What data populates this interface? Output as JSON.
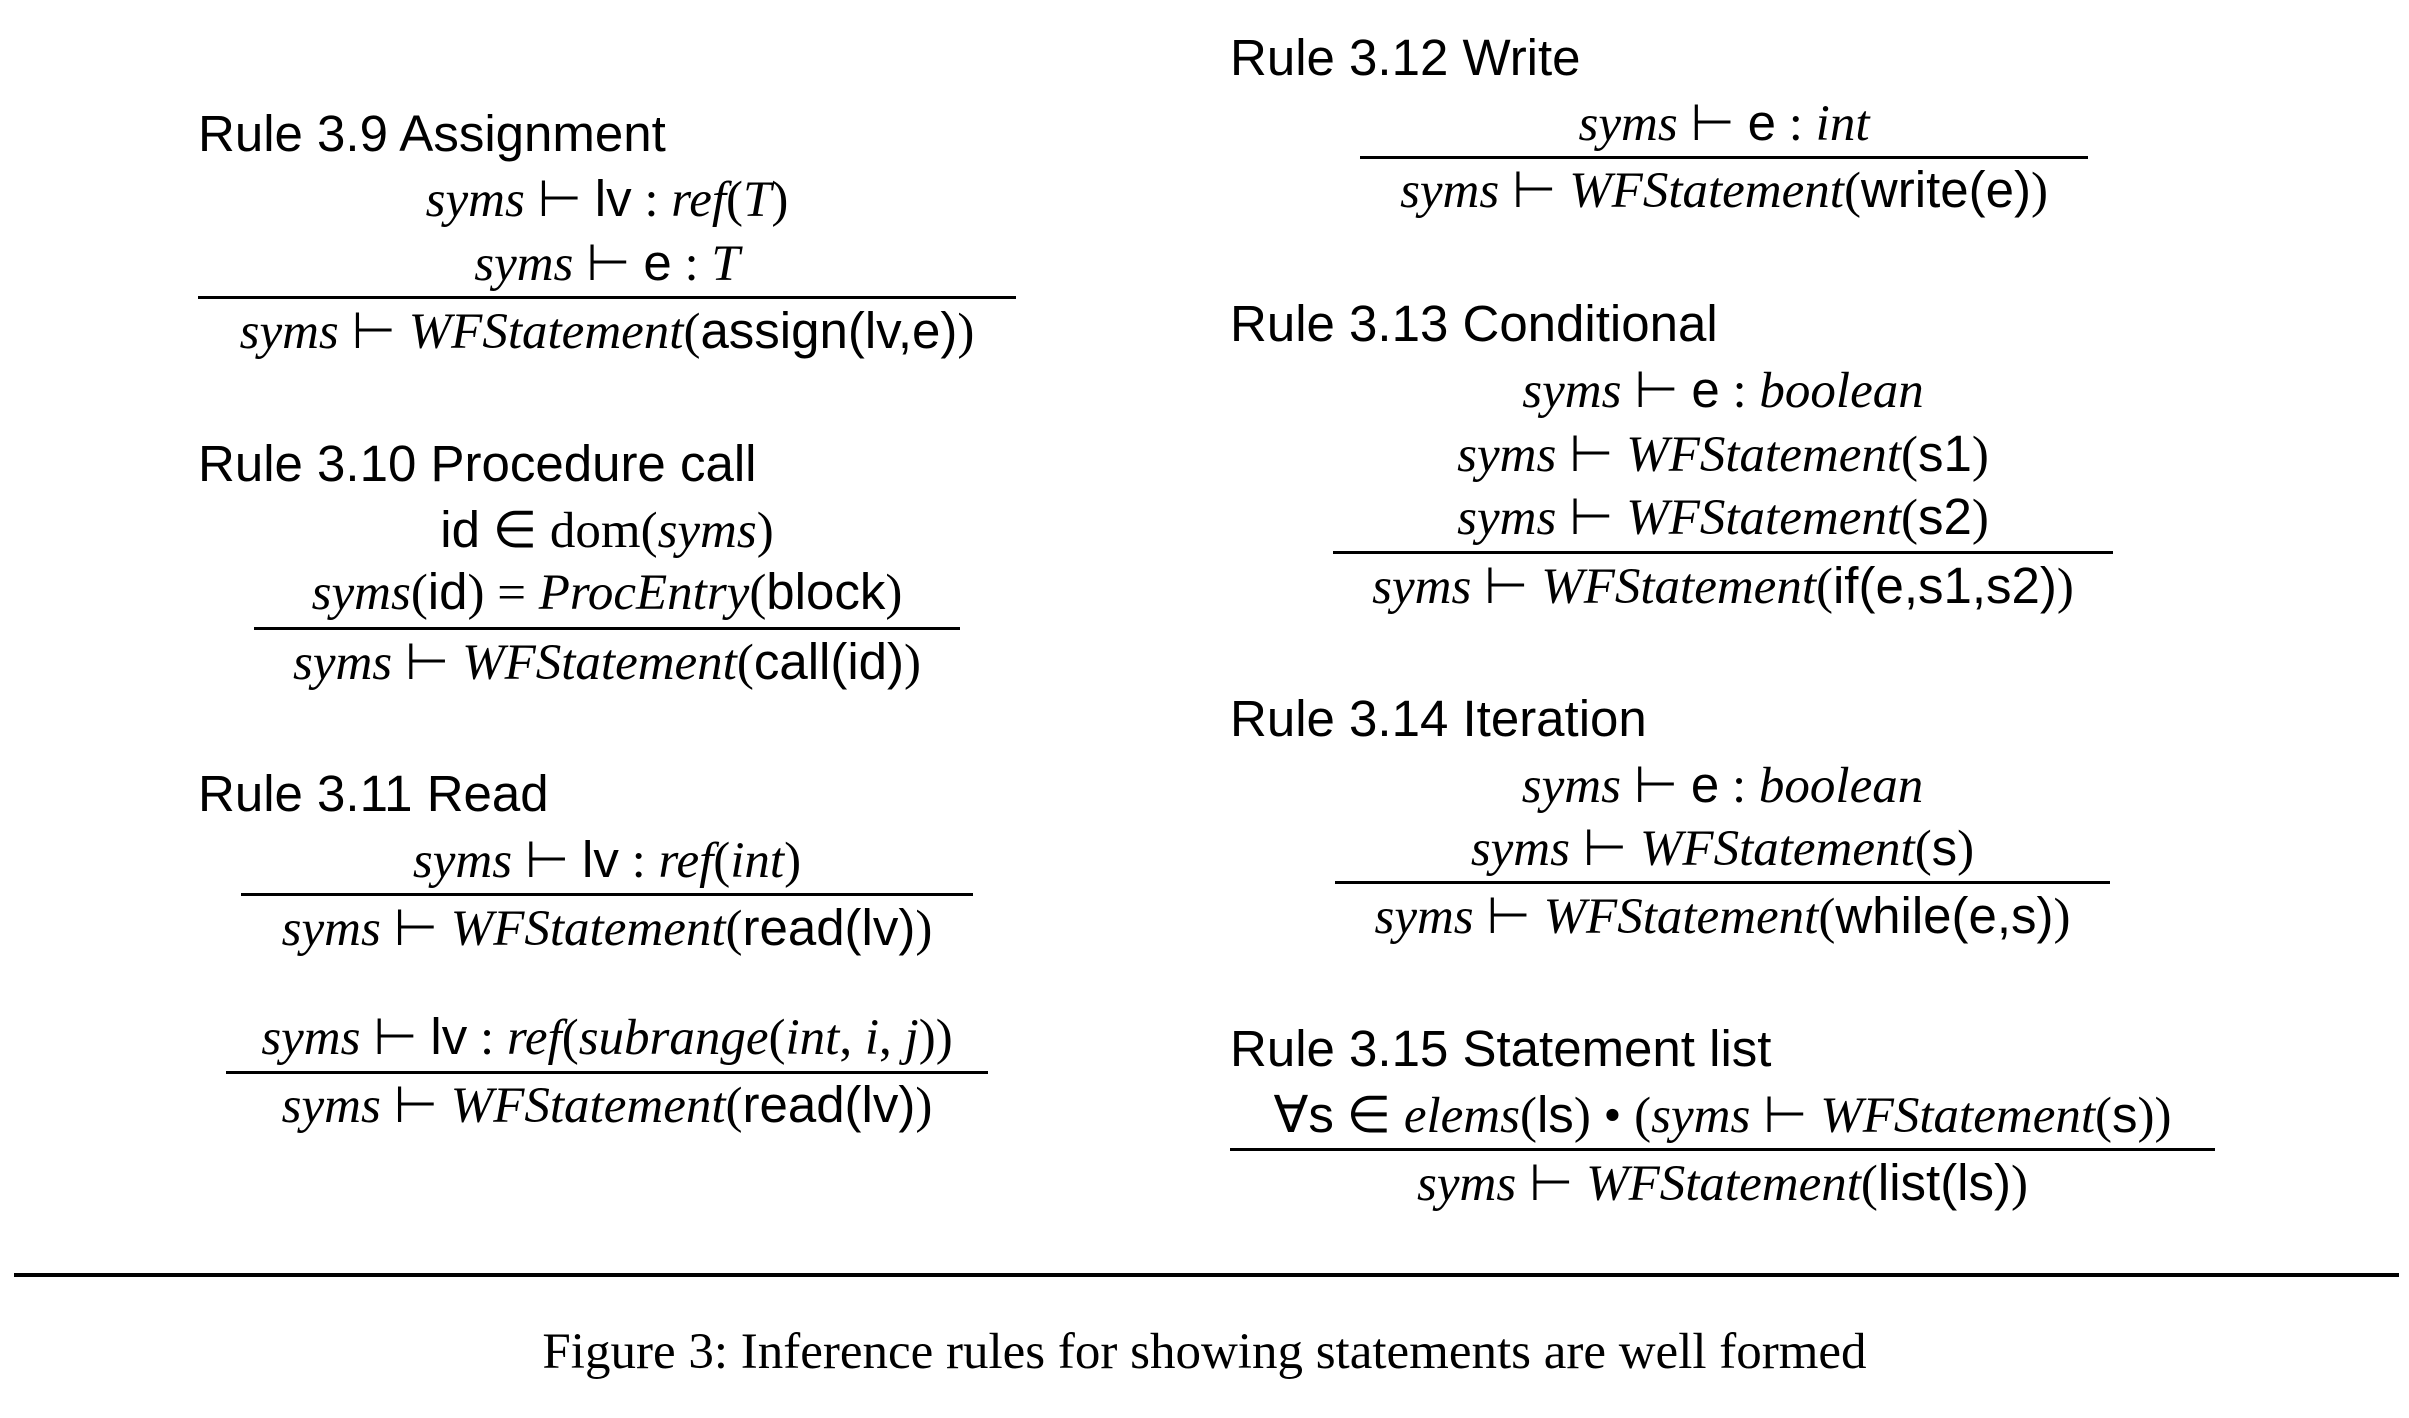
{
  "rules": [
    {
      "title": "Rule 3.9 Assignment",
      "premises": [
        [
          [
            "it",
            "syms"
          ],
          [
            "rm",
            " ⊢ "
          ],
          [
            "sans",
            "lv"
          ],
          [
            "rm",
            " : "
          ],
          [
            "it",
            "ref"
          ],
          [
            "rm",
            "("
          ],
          [
            "it",
            "T"
          ],
          [
            "rm",
            ")"
          ]
        ],
        [
          [
            "it",
            "syms"
          ],
          [
            "rm",
            " ⊢ "
          ],
          [
            "sans",
            "e"
          ],
          [
            "rm",
            " : "
          ],
          [
            "it",
            "T"
          ]
        ]
      ],
      "conclusion": [
        [
          "it",
          "syms"
        ],
        [
          "rm",
          " ⊢ "
        ],
        [
          "it",
          "WFStatement"
        ],
        [
          "rm",
          "("
        ],
        [
          "sans",
          "assign(lv,e)"
        ],
        [
          "rm",
          ")"
        ]
      ]
    },
    {
      "title": "Rule 3.10 Procedure call",
      "premises": [
        [
          [
            "sans",
            "id"
          ],
          [
            "rm",
            " ∈ dom("
          ],
          [
            "it",
            "syms"
          ],
          [
            "rm",
            ")"
          ]
        ],
        [
          [
            "it",
            "syms"
          ],
          [
            "rm",
            "("
          ],
          [
            "sans",
            "id"
          ],
          [
            "rm",
            ") = "
          ],
          [
            "it",
            "ProcEntry"
          ],
          [
            "rm",
            "("
          ],
          [
            "sans",
            "block"
          ],
          [
            "rm",
            ")"
          ]
        ]
      ],
      "conclusion": [
        [
          "it",
          "syms"
        ],
        [
          "rm",
          " ⊢ "
        ],
        [
          "it",
          "WFStatement"
        ],
        [
          "rm",
          "("
        ],
        [
          "sans",
          "call(id)"
        ],
        [
          "rm",
          ")"
        ]
      ]
    },
    {
      "title": "Rule 3.11 Read",
      "premises": [
        [
          [
            "it",
            "syms"
          ],
          [
            "rm",
            " ⊢ "
          ],
          [
            "sans",
            "lv"
          ],
          [
            "rm",
            " : "
          ],
          [
            "it",
            "ref"
          ],
          [
            "rm",
            "("
          ],
          [
            "it",
            "int"
          ],
          [
            "rm",
            ")"
          ]
        ]
      ],
      "conclusion": [
        [
          "it",
          "syms"
        ],
        [
          "rm",
          " ⊢ "
        ],
        [
          "it",
          "WFStatement"
        ],
        [
          "rm",
          "("
        ],
        [
          "sans",
          "read(lv)"
        ],
        [
          "rm",
          ")"
        ]
      ]
    },
    {
      "title": "",
      "premises": [
        [
          [
            "it",
            "syms"
          ],
          [
            "rm",
            " ⊢ "
          ],
          [
            "sans",
            "lv"
          ],
          [
            "rm",
            " : "
          ],
          [
            "it",
            "ref"
          ],
          [
            "rm",
            "("
          ],
          [
            "it",
            "subrange"
          ],
          [
            "rm",
            "("
          ],
          [
            "it",
            "int"
          ],
          [
            "rm",
            ", "
          ],
          [
            "it",
            "i"
          ],
          [
            "rm",
            ", "
          ],
          [
            "it",
            "j"
          ],
          [
            "rm",
            ")"
          ],
          [
            "rm",
            ")"
          ]
        ]
      ],
      "conclusion": [
        [
          "it",
          "syms"
        ],
        [
          "rm",
          " ⊢ "
        ],
        [
          "it",
          "WFStatement"
        ],
        [
          "rm",
          "("
        ],
        [
          "sans",
          "read(lv)"
        ],
        [
          "rm",
          ")"
        ]
      ]
    },
    {
      "title": "Rule 3.12 Write",
      "premises": [
        [
          [
            "it",
            "syms"
          ],
          [
            "rm",
            " ⊢ "
          ],
          [
            "sans",
            "e"
          ],
          [
            "rm",
            " : "
          ],
          [
            "it",
            "int"
          ]
        ]
      ],
      "conclusion": [
        [
          "it",
          "syms"
        ],
        [
          "rm",
          " ⊢ "
        ],
        [
          "it",
          "WFStatement"
        ],
        [
          "rm",
          "("
        ],
        [
          "sans",
          "write(e)"
        ],
        [
          "rm",
          ")"
        ]
      ]
    },
    {
      "title": "Rule 3.13 Conditional",
      "premises": [
        [
          [
            "it",
            "syms"
          ],
          [
            "rm",
            " ⊢ "
          ],
          [
            "sans",
            "e"
          ],
          [
            "rm",
            " : "
          ],
          [
            "it",
            "boolean"
          ]
        ],
        [
          [
            "it",
            "syms"
          ],
          [
            "rm",
            " ⊢ "
          ],
          [
            "it",
            "WFStatement"
          ],
          [
            "rm",
            "("
          ],
          [
            "sans",
            "s1"
          ],
          [
            "rm",
            ")"
          ]
        ],
        [
          [
            "it",
            "syms"
          ],
          [
            "rm",
            " ⊢ "
          ],
          [
            "it",
            "WFStatement"
          ],
          [
            "rm",
            "("
          ],
          [
            "sans",
            "s2"
          ],
          [
            "rm",
            ")"
          ]
        ]
      ],
      "conclusion": [
        [
          "it",
          "syms"
        ],
        [
          "rm",
          " ⊢ "
        ],
        [
          "it",
          "WFStatement"
        ],
        [
          "rm",
          "("
        ],
        [
          "sans",
          "if(e,s1,s2)"
        ],
        [
          "rm",
          ")"
        ]
      ]
    },
    {
      "title": "Rule 3.14 Iteration",
      "premises": [
        [
          [
            "it",
            "syms"
          ],
          [
            "rm",
            " ⊢ "
          ],
          [
            "sans",
            "e"
          ],
          [
            "rm",
            " : "
          ],
          [
            "it",
            "boolean"
          ]
        ],
        [
          [
            "it",
            "syms"
          ],
          [
            "rm",
            " ⊢ "
          ],
          [
            "it",
            "WFStatement"
          ],
          [
            "rm",
            "("
          ],
          [
            "sans",
            "s"
          ],
          [
            "rm",
            ")"
          ]
        ]
      ],
      "conclusion": [
        [
          "it",
          "syms"
        ],
        [
          "rm",
          " ⊢ "
        ],
        [
          "it",
          "WFStatement"
        ],
        [
          "rm",
          "("
        ],
        [
          "sans",
          "while(e,s)"
        ],
        [
          "rm",
          ")"
        ]
      ]
    },
    {
      "title": "Rule 3.15 Statement list",
      "premises": [
        [
          [
            "rm",
            "∀"
          ],
          [
            "sans",
            "s"
          ],
          [
            "rm",
            " ∈ "
          ],
          [
            "it",
            "elems"
          ],
          [
            "rm",
            "("
          ],
          [
            "sans",
            "ls"
          ],
          [
            "rm",
            ") • ("
          ],
          [
            "it",
            "syms"
          ],
          [
            "rm",
            " ⊢ "
          ],
          [
            "it",
            "WFStatement"
          ],
          [
            "rm",
            "("
          ],
          [
            "sans",
            "s"
          ],
          [
            "rm",
            "))"
          ]
        ]
      ],
      "conclusion": [
        [
          "it",
          "syms"
        ],
        [
          "rm",
          " ⊢ "
        ],
        [
          "it",
          "WFStatement"
        ],
        [
          "rm",
          "("
        ],
        [
          "sans",
          "list(ls)"
        ],
        [
          "rm",
          ")"
        ]
      ]
    }
  ],
  "caption": "Figure 3: Inference rules for showing statements are well formed"
}
